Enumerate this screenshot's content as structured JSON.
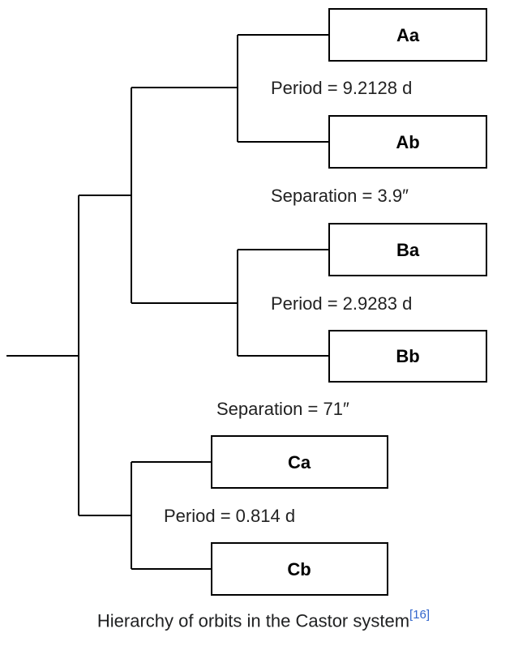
{
  "diagram": {
    "stars": {
      "aa": "Aa",
      "ab": "Ab",
      "ba": "Ba",
      "bb": "Bb",
      "ca": "Ca",
      "cb": "Cb"
    },
    "relations": {
      "aa_ab": "Period = 9.2128 d",
      "a_b": "Separation = 3.9″",
      "ba_bb": "Period = 2.9283 d",
      "ab_c": "Separation = 71″",
      "ca_cb": "Period = 0.814 d"
    }
  },
  "caption": {
    "text": "Hierarchy of orbits in the Castor system",
    "reference": "[16]"
  },
  "colors": {
    "line": "#000000",
    "box_border": "#000000",
    "reference_link": "#3366cc"
  }
}
